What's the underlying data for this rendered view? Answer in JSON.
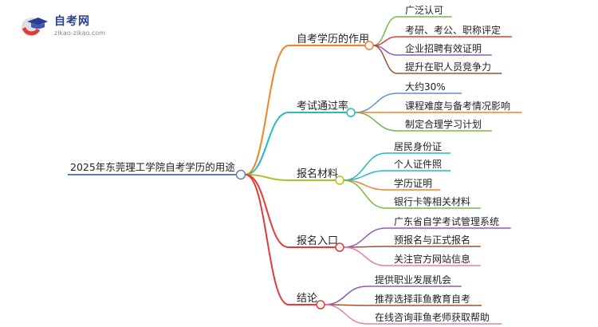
{
  "logo": {
    "title": "自考网",
    "subtitle": "zikao-zikao.com"
  },
  "colors": {
    "text": "#222222",
    "root_node": "#5b7fb5"
  },
  "root": {
    "label": "2025年东莞理工学院自考学历的用途"
  },
  "branches": [
    {
      "label": "自考学历的作用",
      "color": "#f0822c",
      "leaves": [
        {
          "label": "广泛认可",
          "color": "#7ab648"
        },
        {
          "label": "考研、考公、职称评定",
          "color": "#e53935"
        },
        {
          "label": "企业招聘有效证明",
          "color": "#8e5bb5"
        },
        {
          "label": "提升在职人员竞争力",
          "color": "#a0522d"
        }
      ]
    },
    {
      "label": "考试通过率",
      "color": "#26b8c4",
      "leaves": [
        {
          "label": "大约30%",
          "color": "#5b8fd8"
        },
        {
          "label": "课程难度与备考情况影响",
          "color": "#f0822c"
        },
        {
          "label": "制定合理学习计划",
          "color": "#7ab648"
        }
      ]
    },
    {
      "label": "报名材料",
      "color": "#b5bd2c",
      "leaves": [
        {
          "label": "居民身份证",
          "color": "#26b8c4"
        },
        {
          "label": "个人证件照",
          "color": "#26b8c4"
        },
        {
          "label": "学历证明",
          "color": "#f0822c"
        },
        {
          "label": "银行卡等相关材料",
          "color": "#7ab648"
        }
      ]
    },
    {
      "label": "报名入口",
      "color": "#e53935",
      "leaves": [
        {
          "label": "广东省自学考试管理系统",
          "color": "#8e5bb5"
        },
        {
          "label": "预报名与正式报名",
          "color": "#a0522d"
        },
        {
          "label": "关注官方网站信息",
          "color": "#e87ea8"
        }
      ]
    },
    {
      "label": "结论",
      "color": "#e53935",
      "leaves": [
        {
          "label": "提供职业发展机会",
          "color": "#8e5bb5"
        },
        {
          "label": "推荐选择菲鱼教育自考",
          "color": "#a0522d"
        },
        {
          "label": "在线咨询菲鱼老师获取帮助",
          "color": "#e87ea8"
        }
      ]
    }
  ]
}
